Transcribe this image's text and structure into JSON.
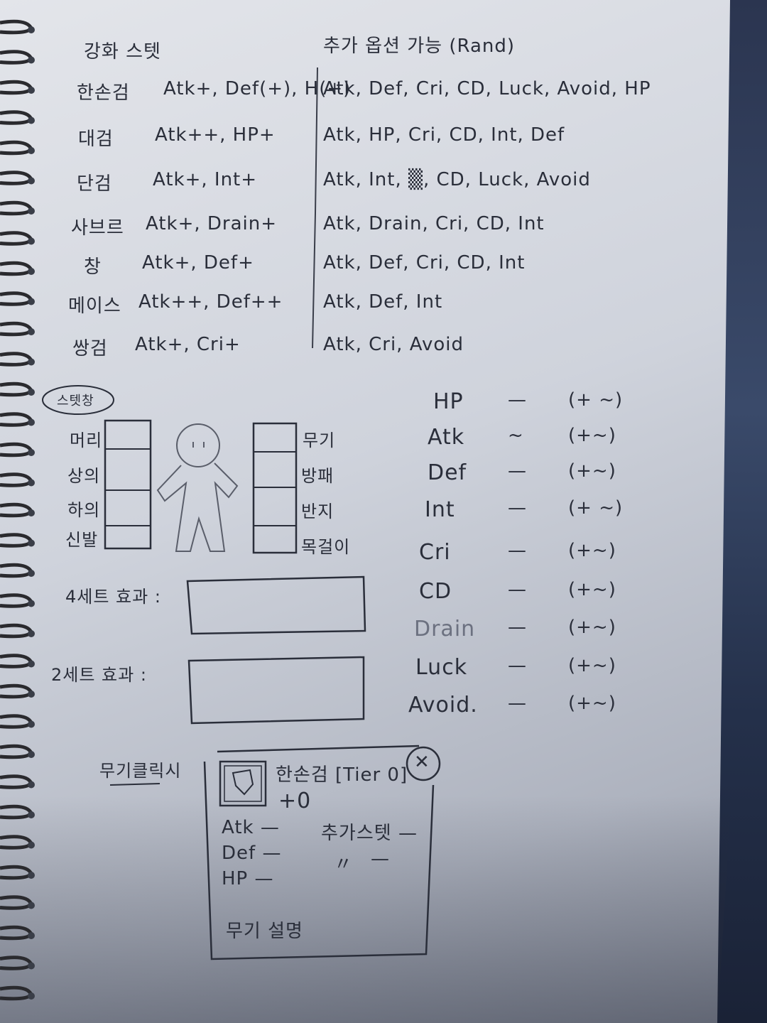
{
  "header": {
    "left_title": "강화 스텟",
    "right_title": "추가 옵션 가능 (Rand)"
  },
  "weapons": [
    {
      "name": "한손검",
      "base": "Atk+, Def(+), H(+)",
      "rand": "Atk, Def, Cri, CD, Luck, Avoid, HP"
    },
    {
      "name": "대검",
      "base": "Atk++, HP+",
      "rand": "Atk, HP, Cri, CD, Int, Def"
    },
    {
      "name": "단검",
      "base": "Atk+, Int+",
      "rand": "Atk, Int, ▒, CD, Luck, Avoid"
    },
    {
      "name": "사브르",
      "base": "Atk+, Drain+",
      "rand": "Atk, Drain, Cri, CD, Int"
    },
    {
      "name": "창",
      "base": "Atk+, Def+",
      "rand": "Atk, Def, Cri, CD, Int"
    },
    {
      "name": "메이스",
      "base": "Atk++, Def++",
      "rand": "Atk, Def, Int"
    },
    {
      "name": "쌍검",
      "base": "Atk+, Cri+",
      "rand": "Atk, Cri, Avoid"
    }
  ],
  "status_window": {
    "label": "스텟창",
    "left_slots": [
      "머리",
      "상의",
      "하의",
      "신발"
    ],
    "right_slots": [
      "무기",
      "방패",
      "반지",
      "목걸이"
    ],
    "stats": [
      {
        "name": "HP",
        "value": "—",
        "range": "(+ ~)"
      },
      {
        "name": "Atk",
        "value": "~",
        "range": "(+~)"
      },
      {
        "name": "Def",
        "value": "—",
        "range": "(+~)"
      },
      {
        "name": "Int",
        "value": "—",
        "range": "(+ ~)"
      },
      {
        "name": "Cri",
        "value": "—",
        "range": "(+~)"
      },
      {
        "name": "CD",
        "value": "—",
        "range": "(+~)"
      },
      {
        "name": "Drain",
        "value": "—",
        "range": "(+~)"
      },
      {
        "name": "Luck",
        "value": "—",
        "range": "(+~)"
      },
      {
        "name": "Avoid.",
        "value": "—",
        "range": "(+~)"
      }
    ],
    "set4_label": "4세트 효과 :",
    "set2_label": "2세트 효과 :"
  },
  "popup": {
    "caption": "무기클릭시",
    "title": "한손검 [Tier 0]",
    "level": "+0",
    "close": "✕",
    "stats": [
      {
        "name": "Atk",
        "value": "—"
      },
      {
        "name": "Def",
        "value": "—"
      },
      {
        "name": "HP",
        "value": "—"
      }
    ],
    "extra_label": "추가스텟 —",
    "extra_ditto": "〃",
    "extra_dash": "—",
    "description": "무기 설명"
  }
}
